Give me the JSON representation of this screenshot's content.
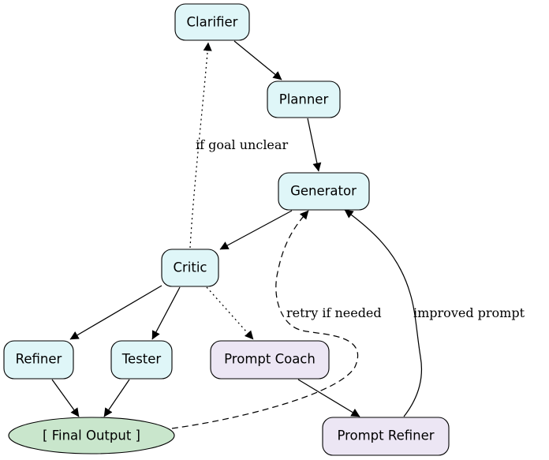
{
  "colors": {
    "agent_fill": "#dff6f8",
    "coach_fill": "#ece6f4",
    "output_fill": "#c9e6cc",
    "stroke": "#000000"
  },
  "nodes": {
    "clarifier": "Clarifier",
    "planner": "Planner",
    "generator": "Generator",
    "critic": "Critic",
    "refiner": "Refiner",
    "tester": "Tester",
    "prompt_coach": "Prompt Coach",
    "prompt_refiner": "Prompt Refiner",
    "final_output": "[ Final Output ]"
  },
  "edge_labels": {
    "goal_unclear": "if goal unclear",
    "retry": "retry if needed",
    "improved_prompt": "improved prompt"
  }
}
